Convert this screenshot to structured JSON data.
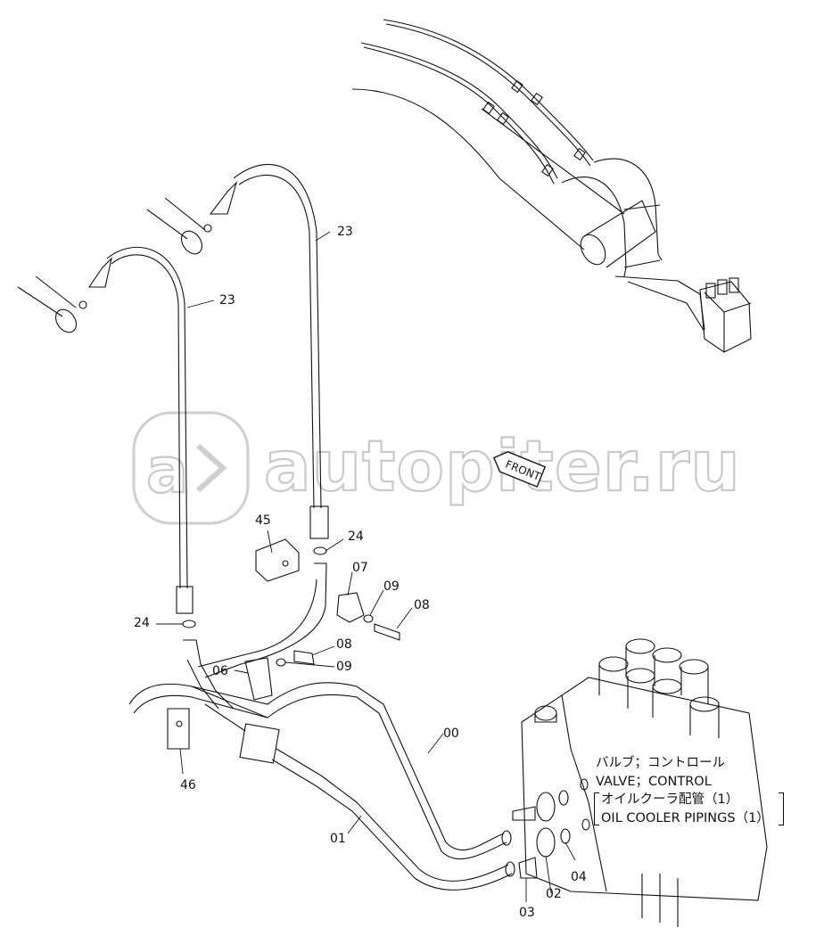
{
  "watermark": {
    "text": "autopiter.ru"
  },
  "front_marker": {
    "text": "FRONT"
  },
  "callouts": [
    {
      "id": "c23a",
      "text": "23"
    },
    {
      "id": "c23b",
      "text": "23"
    },
    {
      "id": "c24a",
      "text": "24"
    },
    {
      "id": "c24b",
      "text": "24"
    },
    {
      "id": "c45",
      "text": "45"
    },
    {
      "id": "c07",
      "text": "07"
    },
    {
      "id": "c09a",
      "text": "09"
    },
    {
      "id": "c08a",
      "text": "08"
    },
    {
      "id": "c08b",
      "text": "08"
    },
    {
      "id": "c09b",
      "text": "09"
    },
    {
      "id": "c06",
      "text": "06"
    },
    {
      "id": "c46",
      "text": "46"
    },
    {
      "id": "c00",
      "text": "00"
    },
    {
      "id": "c01",
      "text": "01"
    },
    {
      "id": "c04",
      "text": "04"
    },
    {
      "id": "c02",
      "text": "02"
    },
    {
      "id": "c03",
      "text": "03"
    }
  ],
  "title_block": {
    "jp_line_1": "バルブ；コントロール",
    "en_line_1": "VALVE；CONTROL",
    "jp_line_2": "オイルクーラ配管（1）",
    "en_line_2": "OIL COOLER PIPINGS（1）"
  }
}
